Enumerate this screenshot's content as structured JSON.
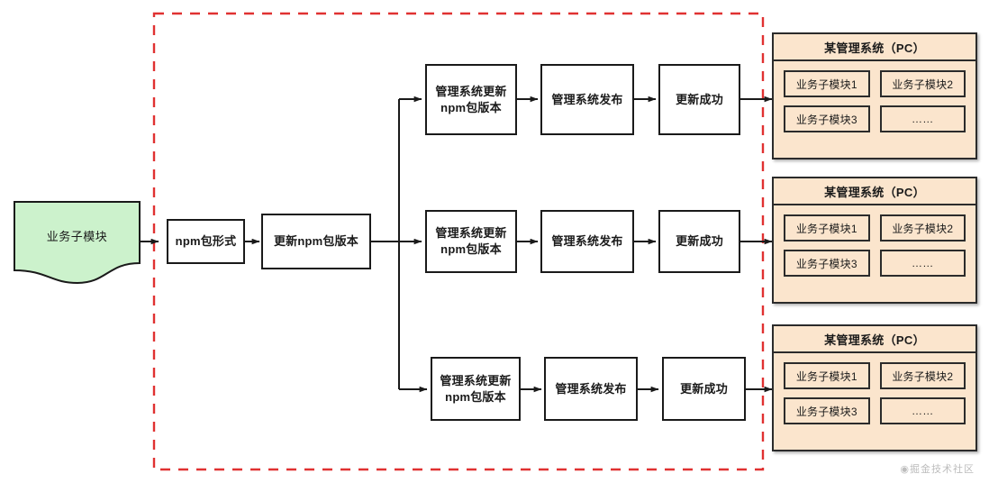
{
  "diagram": {
    "title_watermark": "◉掘金技术社区",
    "colors": {
      "source_fill": "#ccf2cc",
      "panel_fill": "#fbe5cd",
      "boundary": "#e03131",
      "stroke": "#1a1a1a"
    },
    "source_node": {
      "label": "业务子模块",
      "shape": "document"
    },
    "pipeline": [
      {
        "label": "npm包形式"
      },
      {
        "label": "更新npm包版本"
      }
    ],
    "branches": [
      {
        "steps": [
          {
            "line1": "管理系统更新",
            "line2": "npm包版本"
          },
          {
            "line1": "管理系统发布",
            "line2": ""
          },
          {
            "line1": "更新成功",
            "line2": ""
          }
        ]
      },
      {
        "steps": [
          {
            "line1": "管理系统更新",
            "line2": "npm包版本"
          },
          {
            "line1": "管理系统发布",
            "line2": ""
          },
          {
            "line1": "更新成功",
            "line2": ""
          }
        ]
      },
      {
        "steps": [
          {
            "line1": "管理系统更新",
            "line2": "npm包版本"
          },
          {
            "line1": "管理系统发布",
            "line2": ""
          },
          {
            "line1": "更新成功",
            "line2": ""
          }
        ]
      }
    ],
    "panels": [
      {
        "title": "某管理系统（PC）",
        "modules": [
          "业务子模块1",
          "业务子模块2",
          "业务子模块3",
          "……"
        ]
      },
      {
        "title": "某管理系统（PC）",
        "modules": [
          "业务子模块1",
          "业务子模块2",
          "业务子模块3",
          "……"
        ]
      },
      {
        "title": "某管理系统（PC）",
        "modules": [
          "业务子模块1",
          "业务子模块2",
          "业务子模块3",
          "……"
        ]
      }
    ]
  }
}
